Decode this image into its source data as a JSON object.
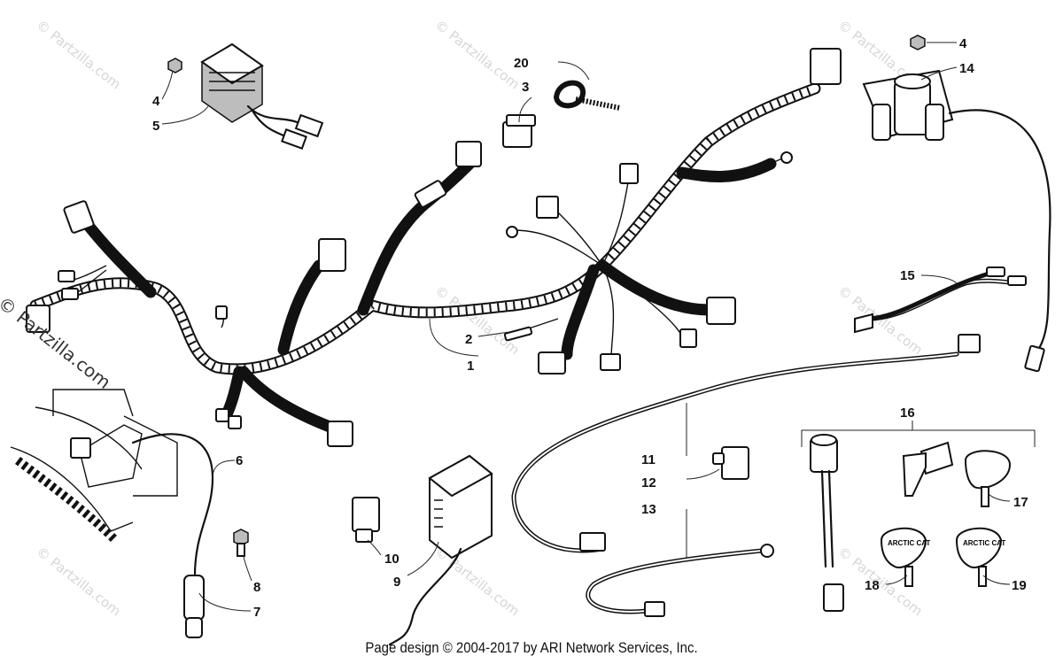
{
  "diagram": {
    "callouts": [
      "1",
      "2",
      "3",
      "4",
      "5",
      "6",
      "7",
      "8",
      "9",
      "10",
      "11",
      "12",
      "13",
      "4",
      "14",
      "15",
      "16",
      "17",
      "18",
      "19",
      "20"
    ],
    "watermark": "© Partzilla.com",
    "watermark_large": "© Partzilla.com",
    "key_brand_text": "ARCTIC CAT",
    "copyright": "Page design © 2004-2017 by ARI Network Services, Inc."
  }
}
